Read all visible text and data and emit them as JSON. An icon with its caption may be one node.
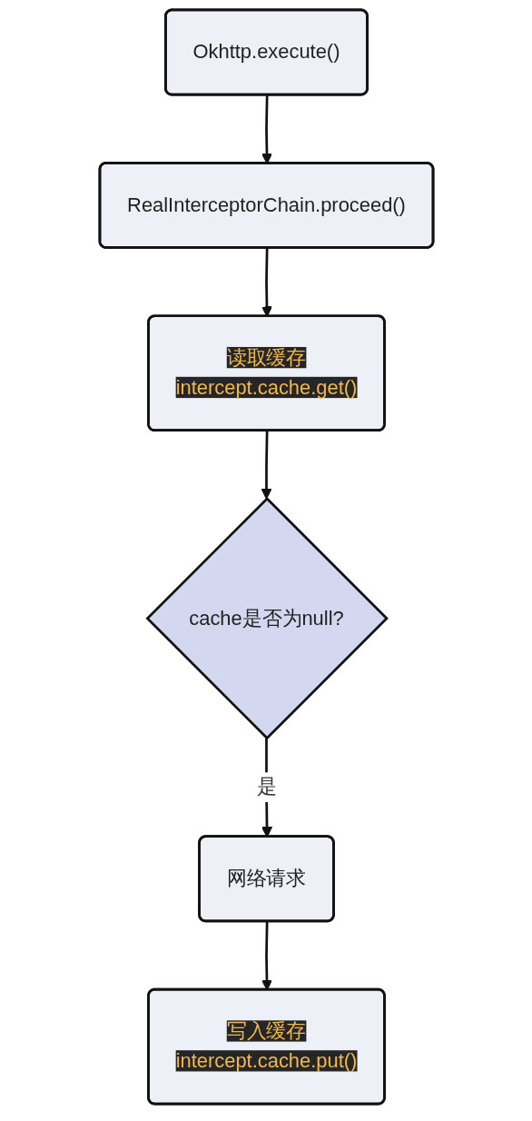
{
  "diagram": {
    "nodes": [
      {
        "text": [
          "Okhttp.execute()"
        ]
      },
      {
        "text": [
          "RealInterceptorChain.proceed()"
        ]
      },
      {
        "text": [
          "读取缓存",
          "intercept.cache.get()"
        ]
      },
      {
        "text": [
          "cache是否为null?"
        ]
      },
      {
        "text": [
          "网络请求"
        ]
      },
      {
        "text": [
          "写入缓存",
          "intercept.cache.put()"
        ]
      }
    ],
    "edges": [
      {
        "from": 0,
        "to": 1,
        "arrow": "to"
      },
      {
        "from": 1,
        "to": 2,
        "arrow": "to"
      },
      {
        "from": 2,
        "to": 3,
        "arrow": "to"
      },
      {
        "from": 3,
        "to": 4,
        "arrow": "to",
        "label": "是"
      },
      {
        "from": 4,
        "to": 5,
        "arrow": "to"
      }
    ]
  }
}
